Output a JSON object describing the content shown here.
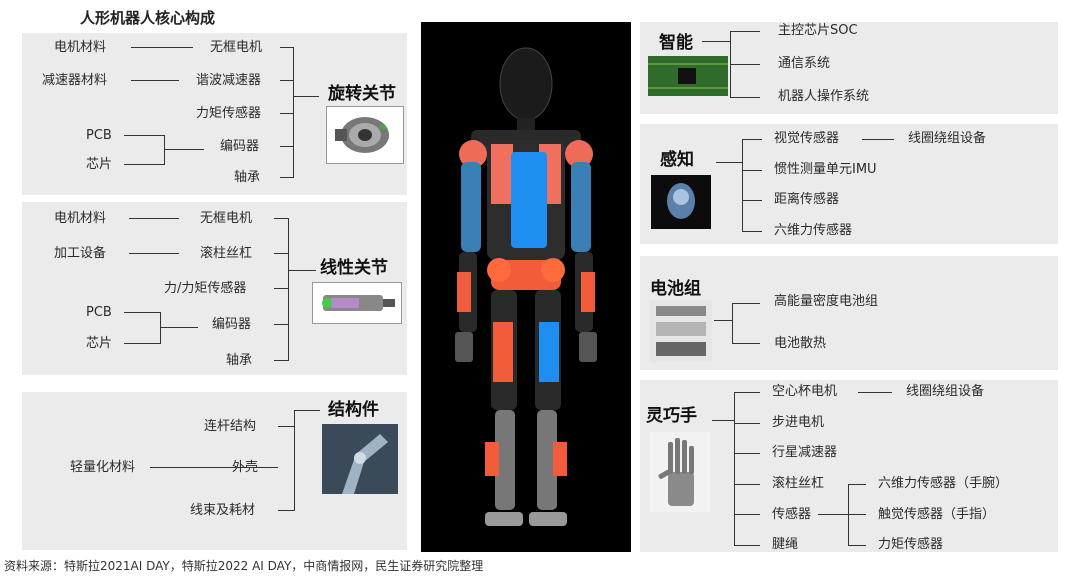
{
  "title": "人形机器人核心构成",
  "source": "资料来源：特斯拉2021AI DAY，特斯拉2022 AI DAY，中商情报网，民生证券研究院整理",
  "rotary_joint": {
    "title": "旋转关节",
    "parts": [
      "无框电机",
      "谐波减速器",
      "力矩传感器",
      "编码器",
      "轴承"
    ],
    "materials": [
      "电机材料",
      "减速器材料",
      "PCB",
      "芯片"
    ]
  },
  "linear_joint": {
    "title": "线性关节",
    "parts": [
      "无框电机",
      "滚柱丝杠",
      "力/力矩传感器",
      "编码器",
      "轴承"
    ],
    "materials": [
      "电机材料",
      "加工设备",
      "PCB",
      "芯片"
    ]
  },
  "structural": {
    "title": "结构件",
    "parts": [
      "连杆结构",
      "外壳",
      "线束及耗材"
    ],
    "material": "轻量化材料"
  },
  "intelligence": {
    "title": "智能",
    "items": [
      "主控芯片SOC",
      "通信系统",
      "机器人操作系统"
    ]
  },
  "perception": {
    "title": "感知",
    "items": [
      "视觉传感器",
      "惯性测量单元IMU",
      "距离传感器",
      "六维力传感器"
    ],
    "sub": "线圈绕组设备"
  },
  "battery": {
    "title": "电池组",
    "items": [
      "高能量密度电池组",
      "电池散热"
    ]
  },
  "hand": {
    "title": "灵巧手",
    "items": [
      "空心杯电机",
      "步进电机",
      "行星减速器",
      "滚柱丝杠",
      "传感器",
      "腱绳"
    ],
    "motor_sub": "线圈绕组设备",
    "sensor_subs": [
      "六维力传感器（手腕）",
      "触觉传感器（手指）",
      "力矩传感器"
    ]
  }
}
